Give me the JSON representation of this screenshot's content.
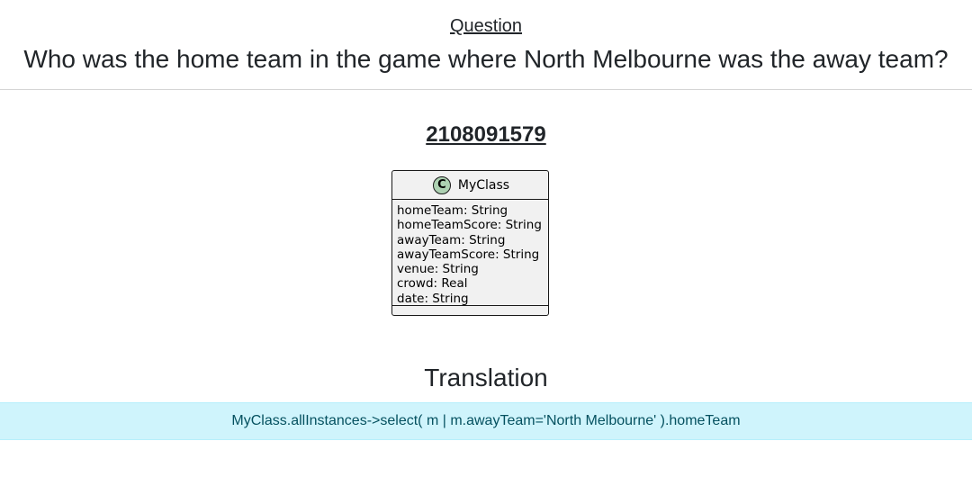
{
  "question": {
    "heading": "Question",
    "text": "Who was the home team in the game where North Melbourne was the away team?"
  },
  "diagram": {
    "id": "2108091579",
    "class": {
      "icon_letter": "C",
      "icon": "class-c-icon",
      "name": "MyClass",
      "attributes": [
        "homeTeam: String",
        "homeTeamScore: String",
        "awayTeam: String",
        "awayTeamScore: String",
        "venue: String",
        "crowd: Real",
        "date: String"
      ]
    }
  },
  "translation": {
    "heading": "Translation",
    "code": "MyClass.allInstances->select( m | m.awayTeam='North Melbourne' ).homeTeam"
  },
  "colors": {
    "translation_bg": "#cff4fc",
    "translation_text": "#055160",
    "class_icon_bg": "#add1b2",
    "class_bg": "#f1f1f1"
  }
}
